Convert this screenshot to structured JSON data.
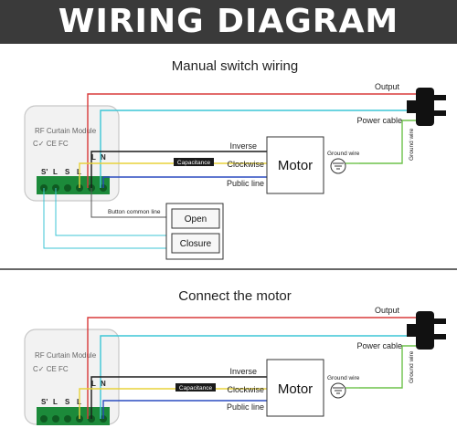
{
  "banner": {
    "title": "WIRING DIAGRAM"
  },
  "sections": [
    {
      "title": "Manual switch wiring",
      "module_label": "RF Curtain Module",
      "certifications": "C✓ CE FC",
      "terminals": [
        "S'",
        "L",
        "S",
        "L",
        "L",
        "N"
      ],
      "wires": {
        "output": "Output",
        "power_cable": "Power cable",
        "ground_wire_plug": "Ground wire",
        "inverse": "Inverse",
        "capacitance": "Capacitance",
        "clockwise": "Clockwise",
        "public_line": "Public line",
        "ground_wire_motor": "Ground wire",
        "button_common_line": "Button common line"
      },
      "motor": "Motor",
      "buttons": [
        "Open",
        "Closure"
      ]
    },
    {
      "title": "Connect the motor",
      "module_label": "RF Curtain Module",
      "certifications": "C✓ CE FC",
      "terminals": [
        "S'",
        "L",
        "S",
        "L",
        "L",
        "N"
      ],
      "wires": {
        "output": "Output",
        "power_cable": "Power cable",
        "ground_wire_plug": "Ground wire",
        "inverse": "Inverse",
        "capacitance": "Capacitance",
        "clockwise": "Clockwise",
        "public_line": "Public line",
        "ground_wire_motor": "Ground wire"
      },
      "motor": "Motor"
    }
  ],
  "colors": {
    "red": "#d93a3a",
    "cyan": "#3cc6d6",
    "green": "#6dc24a",
    "yellow": "#e8d23a",
    "blue": "#2a4cc0",
    "black": "#1a1a1a",
    "banner": "#3a3a3a"
  }
}
